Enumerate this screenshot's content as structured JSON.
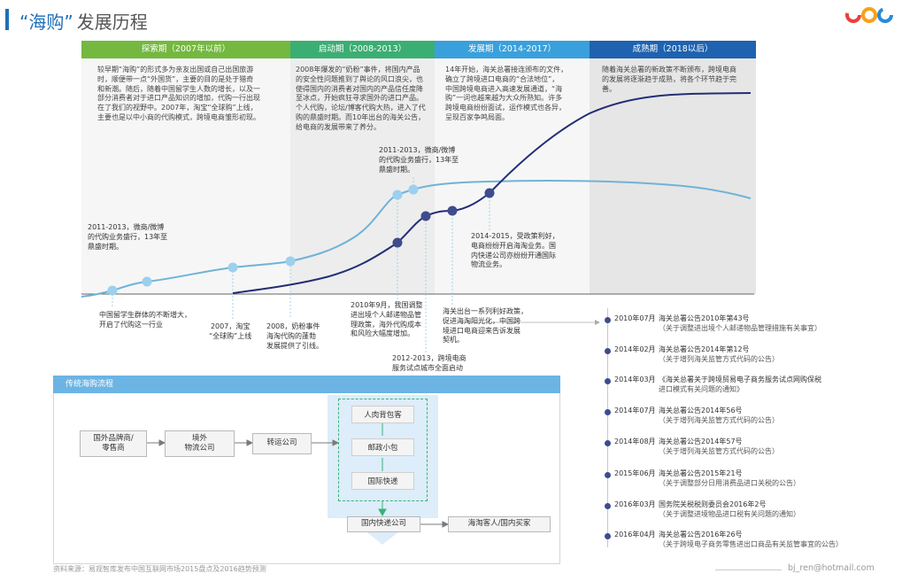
{
  "title": {
    "main": "“海购”",
    "sub": "发展历程"
  },
  "phases": [
    {
      "label": "探索期（2007年以前）",
      "color": "#74b83f",
      "bg": "#f6f6f6"
    },
    {
      "label": "启动期（2008-2013）",
      "color": "#3bae73",
      "bg": "#ededed"
    },
    {
      "label": "发展期（2014-2017）",
      "color": "#3aa0dc",
      "bg": "#f6f6f6"
    },
    {
      "label": "成熟期（2018以后）",
      "color": "#1e62b0",
      "bg": "#e6e6e6"
    }
  ],
  "descriptions": [
    [
      "较早期“海购”的形式多为亲友出国或自己出国旅游",
      "时，顺便带一点“外国货”，主要的目的是处于猎奇",
      "和新潮。随后，随着中国留学生人数的增长，以及一",
      "部分消费者对于进口产品知识的增加，代购一行出现",
      "在了我们的视野中。2007年，淘宝“全球购”上线，",
      "主要也是以中小商的代购模式，跨境电商雏形初现。"
    ],
    [
      "2008年爆发的“奶粉”事件，将国内产品",
      "的安全性问题推到了舆论的风口浪尖，也",
      "使得国内的消费者对国内的产品信任度降",
      "至冰点，开始疯狂寻求国外的进口产品。",
      "个人代购，论坛/博客代购大热，进入了代",
      "购的鼎盛时期。而10年出台的海关公告，",
      "给电商的发展带来了养分。"
    ],
    [
      "14年开始，海关总署接连颁布的文件，",
      "确立了跨境进口电商的“合法地位”，",
      "中国跨境电商进入高速发展通道，“海",
      "购”一词也越来越为大众所熟知。许多",
      "跨境电商纷纷面试，运作模式也各异，",
      "呈现百家争鸣局面。"
    ],
    [
      "随着海关总署的新政策不断颁布，跨境电商",
      "的发展将逐渐趋于成熟，将各个环节趋于完",
      "善。"
    ]
  ],
  "notes": {
    "n1": [
      "2011-2013，微商/微博",
      "的代购业务盛行，13年至",
      "鼎盛时期。"
    ],
    "n2": [
      "2011-2013，微商/微博",
      "的代购业务盛行，13年至",
      "鼎盛时期。"
    ],
    "n3": [
      "中国留学生群体的不断增大，",
      "开启了代购这一行业"
    ],
    "n4": [
      "2007，淘宝",
      "“全球购”上线"
    ],
    "n5": [
      "2008，奶粉事件",
      "海淘代购的蓬勃",
      "发展提供了引线。"
    ],
    "n6": [
      "2010年9月，我国调整",
      "进出境个人邮递物品管",
      "理政策，海外代购成本",
      "和风险大幅度增加。"
    ],
    "n7": [
      "2012-2013，跨境电商",
      "服务试点城市全面启动"
    ],
    "n8": [
      "海关出台一系列利好政策，",
      "促进海淘阳光化，中国跨",
      "境进口电商迎来告诉发展",
      "契机。"
    ],
    "n9": [
      "2014-2015，受政策利好，",
      "电商纷纷开启海淘业务。国",
      "内快递公司亦纷纷开通国际",
      "物流业务。"
    ]
  },
  "flow": {
    "header": "传统海购流程",
    "boxes": [
      "国外品牌商/\n零售商",
      "境外\n物流公司",
      "转运公司",
      "国内快递公司",
      "海淘客人/国内买家"
    ],
    "green": [
      "人肉背包客",
      "邮政小包",
      "国际快递"
    ]
  },
  "timeline": [
    {
      "date": "2010年07月",
      "title": "海关总署公告2010年第43号",
      "sub": "（关于调整进出境个人邮递物品管理措施有关事宜）"
    },
    {
      "date": "2014年02月",
      "title": "海关总署公告2014年第12号",
      "sub": "（关于增列海关监管方式代码的公告）"
    },
    {
      "date": "2014年03月",
      "title": "《海关总署关于跨境贸易电子商务服务试点网购保税",
      "sub": "进口模式有关问题的通知》"
    },
    {
      "date": "2014年07月",
      "title": "海关总署公告2014年56号",
      "sub": "（关于增列海关监管方式代码的公告）"
    },
    {
      "date": "2014年08月",
      "title": "海关总署公告2014年57号",
      "sub": "（关于增列海关监管方式代码的公告）"
    },
    {
      "date": "2015年06月",
      "title": "海关总署公告2015年21号",
      "sub": "（关于调整部分日用消费品进口关税的公告）"
    },
    {
      "date": "2016年03月",
      "title": "国务院关税税则委员会2016年2号",
      "sub": "（关于调整进境物品进口税有关问题的通知）"
    },
    {
      "date": "2016年04月",
      "title": "海关总署公告2016年26号",
      "sub": "（关于跨境电子商务零售进出口商品有关监管事宜的公告）"
    }
  ],
  "source": "资料来源：易观智库发布中国互联网市场2015盘点及2016趋势预测",
  "email": "bj_ren@hotmail.com",
  "colors": {
    "light_curve": "#6fb3d6",
    "dark_curve": "#232e74",
    "light_dot": "#9cd0ee",
    "dark_dot": "#3e4c8e",
    "axis": "#666666"
  }
}
